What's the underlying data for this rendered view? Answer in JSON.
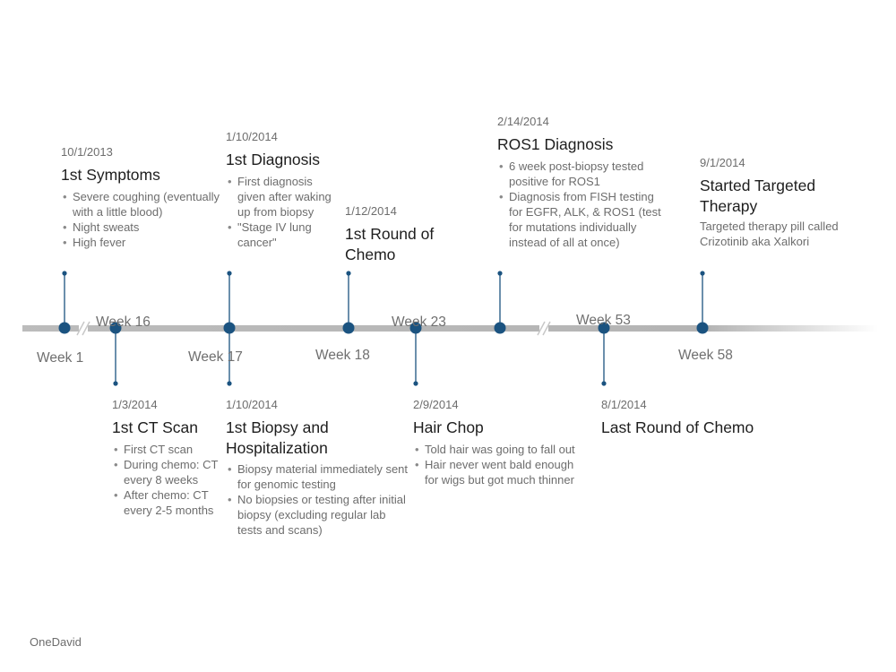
{
  "colors": {
    "line": "#b4b4b4",
    "dot": "#1b5380",
    "stem": "#1b5380",
    "text": "#6d6d6d",
    "title": "#1e1e1e"
  },
  "weeks": [
    "Week 1",
    "Week 16",
    "Week 17",
    "Week 18",
    "Week 23",
    "Week 53",
    "Week 58"
  ],
  "events_above": [
    {
      "date": "10/1/2013",
      "title": "1st Symptoms",
      "bullets": [
        "Severe coughing (eventually with a little blood)",
        "Night sweats",
        "High fever"
      ]
    },
    {
      "date": "1/10/2014",
      "title": "1st Diagnosis",
      "bullets": [
        "First diagnosis given after waking up from biopsy",
        "\"Stage IV lung cancer\""
      ]
    },
    {
      "date": "1/12/2014",
      "title": "1st Round of Chemo",
      "bullets": []
    },
    {
      "date": "2/14/2014",
      "title": "ROS1 Diagnosis",
      "bullets": [
        "6 week post-biopsy tested positive for ROS1",
        "Diagnosis from FISH testing for EGFR, ALK, & ROS1 (test for mutations individually instead of all at once)"
      ]
    },
    {
      "date": "9/1/2014",
      "title": "Started Targeted Therapy",
      "text": "Targeted therapy pill called Crizotinib aka Xalkori"
    }
  ],
  "events_below": [
    {
      "date": "1/3/2014",
      "title": "1st CT Scan",
      "bullets": [
        "First CT scan",
        "During chemo: CT every 8 weeks",
        "After chemo: CT every 2-5 months"
      ]
    },
    {
      "date": "1/10/2014",
      "title": "1st Biopsy and Hospitalization",
      "bullets": [
        "Biopsy material immediately sent for genomic testing",
        "No biopsies or testing after initial biopsy (excluding regular lab tests and scans)"
      ]
    },
    {
      "date": "2/9/2014",
      "title": "Hair Chop",
      "bullets": [
        "Told hair was going to fall out",
        "Hair never went bald enough for wigs but got much thinner"
      ]
    },
    {
      "date": "8/1/2014",
      "title": "Last Round of Chemo",
      "bullets": []
    }
  ],
  "brand": "OneDavid"
}
